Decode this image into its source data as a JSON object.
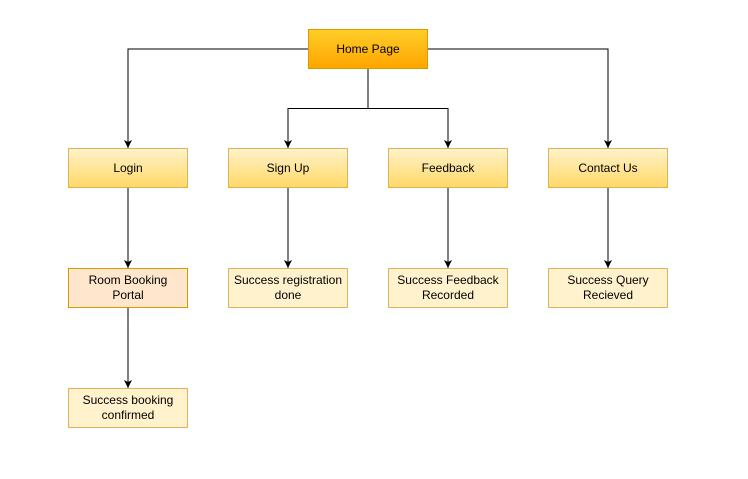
{
  "diagram": {
    "colors": {
      "edge": "#000000",
      "root_fill_top": "#ffcd28",
      "root_fill_bottom": "#ffa500",
      "root_border": "#d79b00",
      "category_fill_top": "#fff2cc",
      "category_fill_bottom": "#ffd966",
      "category_border": "#d6b656",
      "portal_fill": "#ffe6cc",
      "portal_border": "#d79b00",
      "result_fill": "#fff2cc",
      "result_border": "#d6b656"
    },
    "nodes": {
      "home": {
        "label": "Home Page"
      },
      "login": {
        "label": "Login"
      },
      "signup": {
        "label": "Sign Up"
      },
      "feedback": {
        "label": "Feedback"
      },
      "contact": {
        "label": "Contact Us"
      },
      "room_booking": {
        "label": "Room Booking\nPortal"
      },
      "registration": {
        "label": "Success registration\ndone"
      },
      "feedback_recorded": {
        "label": "Success Feedback\nRecorded"
      },
      "query_received": {
        "label": "Success Query\nRecieved"
      },
      "booking_confirmed": {
        "label": "Success booking\nconfirmed"
      }
    },
    "edges": [
      {
        "from": "home",
        "to": "login"
      },
      {
        "from": "home",
        "to": "signup"
      },
      {
        "from": "home",
        "to": "feedback"
      },
      {
        "from": "home",
        "to": "contact"
      },
      {
        "from": "login",
        "to": "room_booking"
      },
      {
        "from": "signup",
        "to": "registration"
      },
      {
        "from": "feedback",
        "to": "feedback_recorded"
      },
      {
        "from": "contact",
        "to": "query_received"
      },
      {
        "from": "room_booking",
        "to": "booking_confirmed"
      }
    ]
  }
}
